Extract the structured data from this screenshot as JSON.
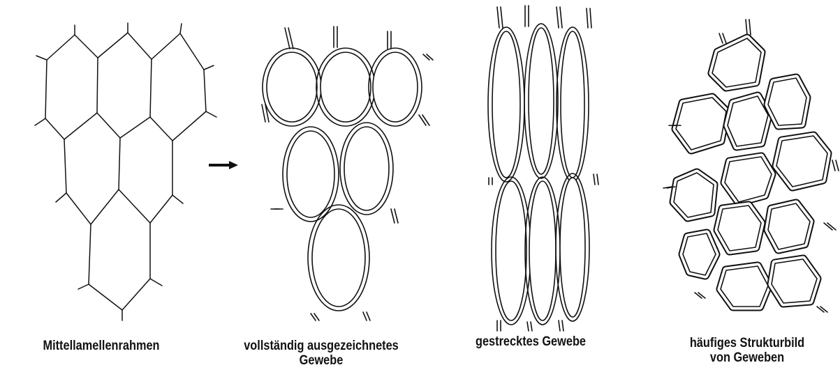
{
  "panels": [
    {
      "caption": [
        "Mittellamellenrahmen"
      ]
    },
    {
      "caption": [
        "vollständig ausgezeichnetes",
        "Gewebe"
      ]
    },
    {
      "caption": [
        "gestrecktes Gewebe"
      ]
    },
    {
      "caption": [
        "häufiges Strukturbild",
        "von Geweben"
      ]
    }
  ],
  "colors": {
    "ink": "#111111",
    "paper": "#ffffff"
  },
  "icons": {
    "transition": "right-arrow-icon"
  }
}
